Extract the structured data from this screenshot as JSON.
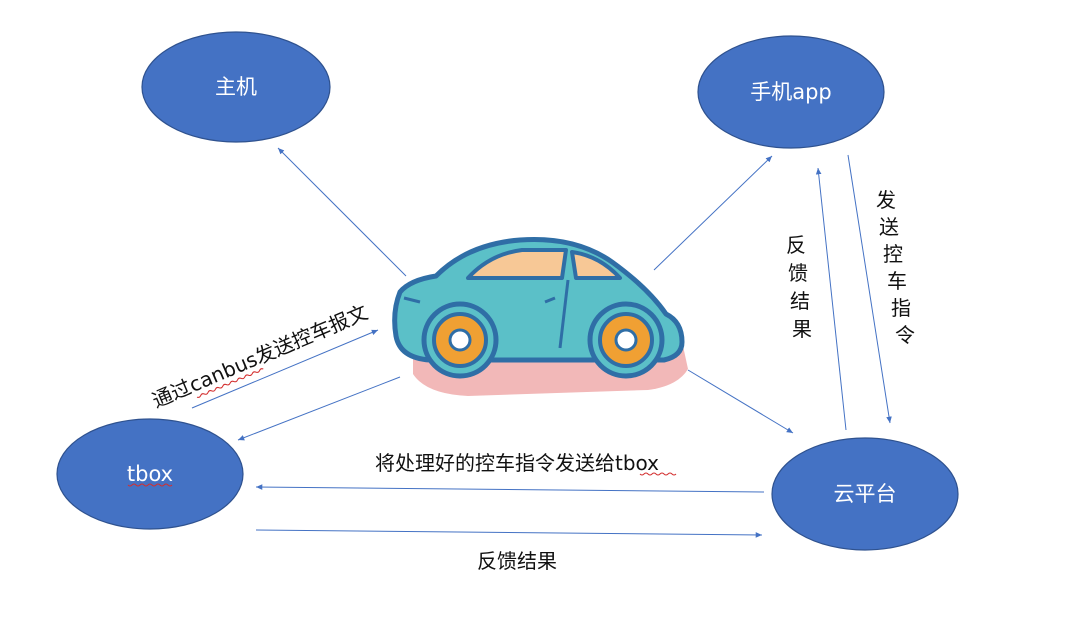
{
  "nodes": {
    "host": "主机",
    "phone_app": "手机app",
    "tbox": "tbox",
    "cloud": "云平台"
  },
  "edges": {
    "canbus_send": "通过canbus发送控车报文",
    "cloud_to_tbox": "将处理好的控车指令发送给tbox",
    "tbox_feedback": "反馈结果",
    "phone_feedback_vertical": [
      "反",
      "馈",
      "结",
      "果"
    ],
    "phone_send_vertical": [
      "发",
      "送",
      "控",
      "车",
      "指",
      "令"
    ]
  },
  "colors": {
    "node_fill": "#4472c4",
    "arrow": "#4472c4",
    "car_body": "#5bc0c8",
    "car_outline": "#2f6ea6",
    "car_window": "#f7c896",
    "wheel": "#f0a033",
    "shadow": "#f2b8b8"
  },
  "icons": {
    "car": "car-icon"
  }
}
